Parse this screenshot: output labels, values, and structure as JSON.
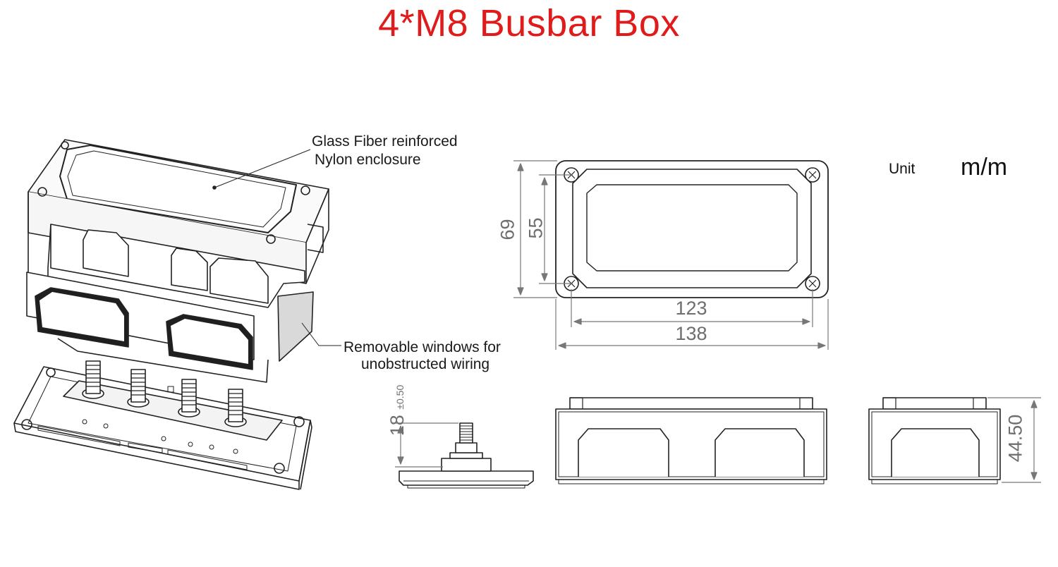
{
  "title": "4*M8 Busbar Box",
  "annotations": {
    "enclosure_line1": "Glass Fiber reinforced",
    "enclosure_line2": "Nylon enclosure",
    "windows_line1": "Removable windows for",
    "windows_line2": "unobstructed wiring"
  },
  "unit": {
    "label": "Unit",
    "value": "m/m"
  },
  "dimensions": {
    "outer_height": "69",
    "inner_height": "55",
    "inner_width": "123",
    "outer_width": "138",
    "stud_height": "18",
    "stud_tolerance": "±0.50",
    "box_height": "44.50"
  },
  "colors": {
    "title": "#e01b1b",
    "line": "#222222",
    "dimension": "#6e6e6e"
  }
}
